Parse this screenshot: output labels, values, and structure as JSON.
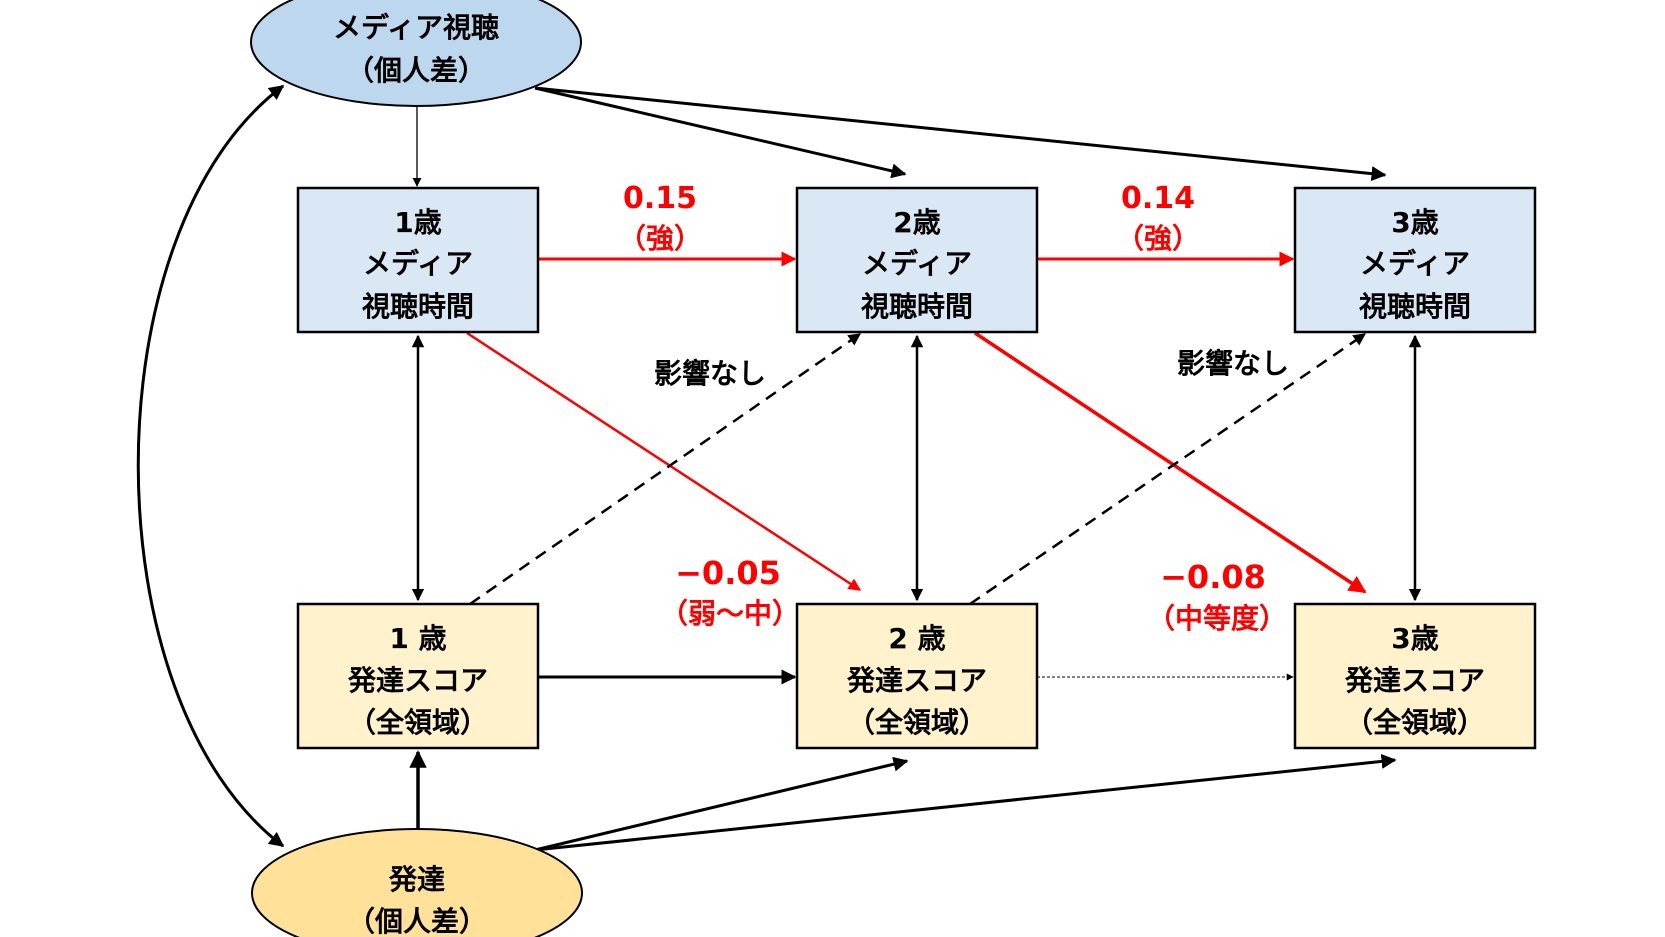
{
  "colors": {
    "media_fill": "#dae8f6",
    "media_ellipse_fill": "#bdd7ee",
    "dev_fill": "#fff2cc",
    "dev_ellipse_fill": "#ffe199",
    "effect_color": "#ff0000",
    "line_color": "#000000"
  },
  "latent": {
    "media": {
      "line1": "メディア視聴",
      "line2": "（個人差）"
    },
    "development": {
      "line1": "発達",
      "line2": "（個人差）"
    }
  },
  "media_boxes": [
    {
      "age": "1歳",
      "line2": "メディア",
      "line3": "視聴時間"
    },
    {
      "age": "2歳",
      "line2": "メディア",
      "line3": "視聴時間"
    },
    {
      "age": "3歳",
      "line2": "メディア",
      "line3": "視聴時間"
    }
  ],
  "dev_boxes": [
    {
      "age": "1 歳",
      "line2": "発達スコア",
      "line3": "（全領域）"
    },
    {
      "age": "2 歳",
      "line2": "発達スコア",
      "line3": "（全領域）"
    },
    {
      "age": "3歳",
      "line2": "発達スコア",
      "line3": "（全領域）"
    }
  ],
  "coefficients": {
    "media_1_to_2": {
      "value": "0.15",
      "label": "（強）"
    },
    "media_2_to_3": {
      "value": "0.14",
      "label": "（強）"
    },
    "media1_to_dev2": {
      "value": "−0.05",
      "label": "（弱～中）"
    },
    "media2_to_dev3": {
      "value": "−0.08",
      "label": "（中等度）"
    }
  },
  "notes": {
    "dev1_to_media2": "影響なし",
    "dev2_to_media3": "影響なし"
  }
}
